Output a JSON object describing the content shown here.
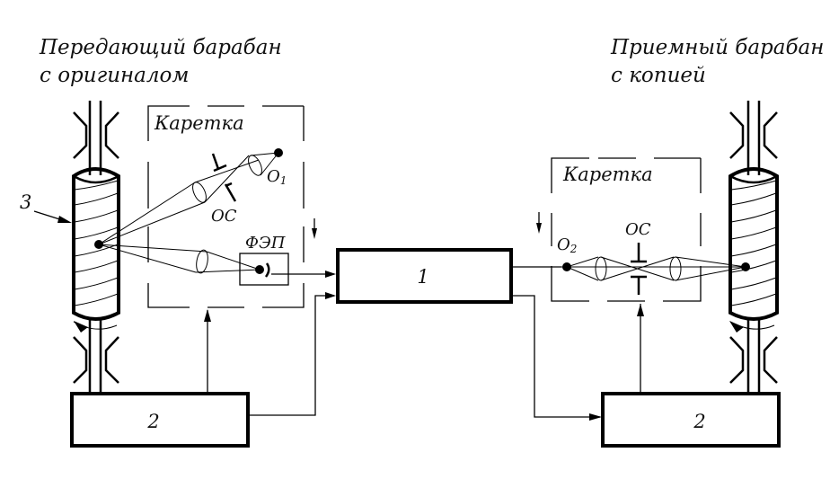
{
  "diagram": {
    "title_left": [
      "Передающий барабан",
      "с оригиналом"
    ],
    "title_right": [
      "Приемный барабан",
      "с копией"
    ],
    "carriage_left_label": "Каретка",
    "carriage_right_label": "Каретка",
    "block_1_label": "1",
    "block_2_left_label": "2",
    "block_2_right_label": "2",
    "drum_callout_label": "3",
    "o1_label": "O",
    "o1_sub": "1",
    "o2_label": "O",
    "o2_sub": "2",
    "oc_left_label": "ОС",
    "oc_right_label": "ОС",
    "photo_element_label": "ФЭП",
    "colors": {
      "line": "#000000",
      "background": "#ffffff"
    }
  }
}
